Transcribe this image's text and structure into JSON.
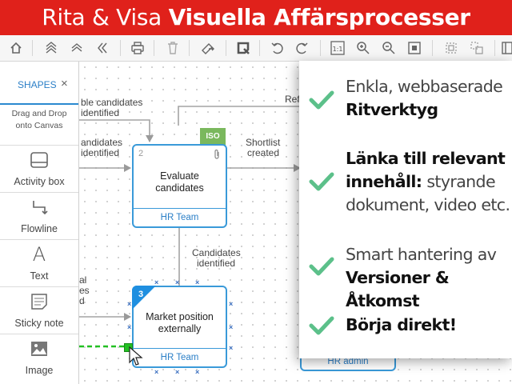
{
  "banner": {
    "regular": "Rita & Visa ",
    "bold": "Visuella Affärsprocesser"
  },
  "toolbar": {
    "icons": [
      "home-icon",
      "bring-to-front-icon",
      "bring-forward-icon",
      "send-backward-icon",
      "print-icon",
      "delete-icon",
      "format-painter-icon",
      "select-tool-icon",
      "undo-icon",
      "redo-icon",
      "actual-size-icon",
      "zoom-in-icon",
      "zoom-out-icon",
      "fit-page-icon",
      "group-icon",
      "ungroup-icon",
      "panel-toggle-icon"
    ],
    "actual_size_label": "1:1"
  },
  "sidebar": {
    "tab_label": "SHAPES",
    "close_glyph": "×",
    "hint_line1": "Drag and Drop",
    "hint_line2": "onto Canvas",
    "shapes": [
      {
        "label": "Activity box",
        "icon": "activity-box-icon"
      },
      {
        "label": "Flowline",
        "icon": "flowline-icon"
      },
      {
        "label": "Text",
        "icon": "text-icon",
        "glyph": "A"
      },
      {
        "label": "Sticky note",
        "icon": "sticky-note-icon"
      },
      {
        "label": "Image",
        "icon": "image-icon"
      }
    ]
  },
  "canvas": {
    "left_texts": [
      "ble candidates",
      "identified",
      "andidates",
      "identified",
      "al",
      "es",
      "d"
    ],
    "top_label": "Ref",
    "iso_badge": "ISO",
    "shortlist_line1": "Shortlist",
    "shortlist_line2": "created",
    "candidates_line1": "Candidates",
    "candidates_line2": "identified",
    "box2": {
      "number": "2",
      "line1": "Evaluate",
      "line2": "candidates",
      "owner": "HR Team"
    },
    "box3": {
      "number": "3",
      "line1": "Market position",
      "line2": "externally",
      "owner": "HR Team"
    },
    "partial_box_owner": "HR admin"
  },
  "panel": {
    "check_color": "#5cc08a",
    "features": [
      {
        "line1": "Enkla, webbaserade",
        "line2_bold": "Ritverktyg"
      },
      {
        "line1_bold": "Länka till relevant",
        "line2_bold": "innehåll:",
        "line2_rest": " styrande",
        "line3": "dokument, video etc."
      },
      {
        "line1": "Smart hantering av",
        "line2_bold": "Versioner & Åtkomst"
      },
      {
        "line1_bold": "Börja direkt!"
      }
    ]
  }
}
